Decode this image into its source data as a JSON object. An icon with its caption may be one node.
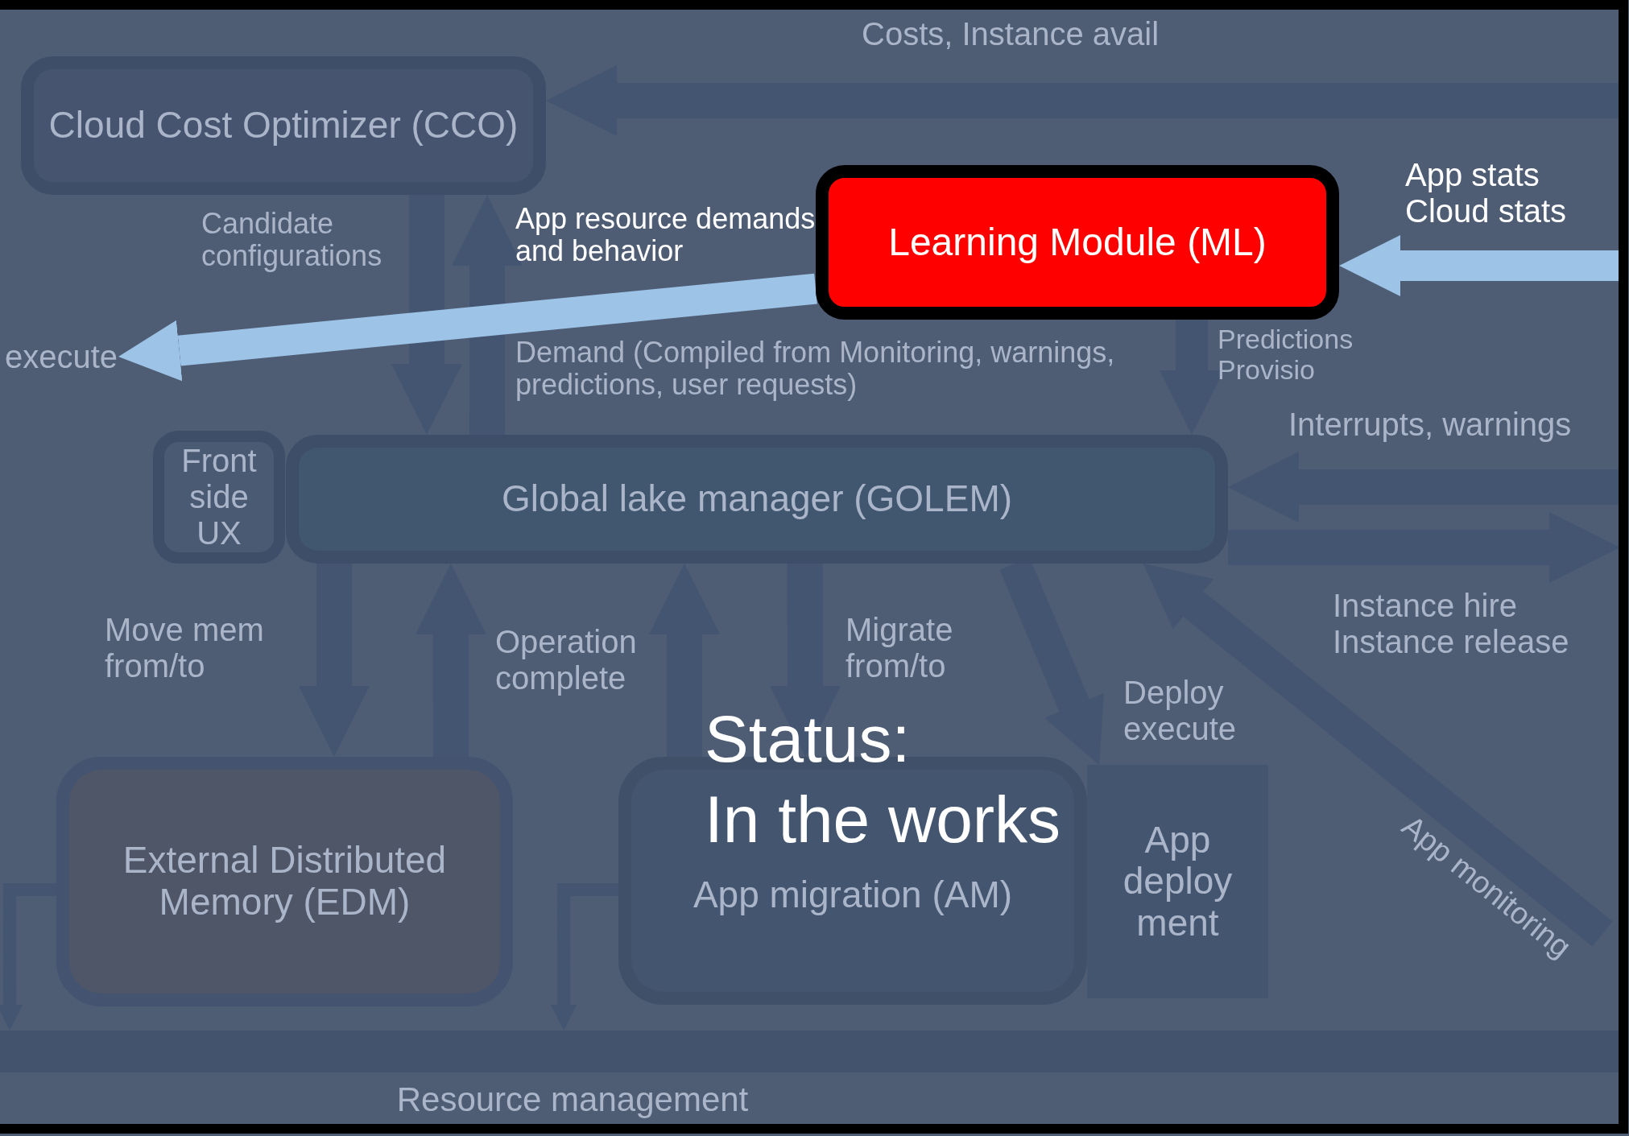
{
  "diagram": {
    "nodes": [
      {
        "text": [
          "Cloud Cost Optimizer (CCO)"
        ]
      },
      {
        "text": [
          "Learning Module (ML)"
        ]
      },
      {
        "text": [
          "Front side UX"
        ]
      },
      {
        "text": [
          "Global lake manager (GOLEM)"
        ]
      },
      {
        "text": [
          "External Distributed Memory (EDM)"
        ]
      },
      {
        "text": [
          "App migration (AM)"
        ]
      },
      {
        "text": [
          "App deploy ment"
        ]
      },
      {
        "text": [
          "Resource management"
        ]
      },
      {
        "text": [
          "execute"
        ]
      }
    ],
    "edges": [
      {
        "from": null,
        "to": 0,
        "arrow": "to",
        "label": "Costs, Instance avail"
      },
      {
        "from": 0,
        "to": 3,
        "arrow": "to",
        "label": "Candidate configurations"
      },
      {
        "from": 3,
        "to": 0,
        "arrow": "to",
        "label": "Demand (Compiled from Monitoring, warnings, predictions, user requests)"
      },
      {
        "from": 1,
        "to": 3,
        "arrow": "to",
        "label": "Predictions Provisio"
      },
      {
        "from": 1,
        "to": 8,
        "arrow": "to",
        "label": "App resource demands and behavior",
        "color": "#9dc3e6"
      },
      {
        "from": null,
        "to": 1,
        "arrow": "to",
        "label": "App stats Cloud stats",
        "color": "#9dc3e6"
      },
      {
        "from": null,
        "to": 3,
        "arrow": "to",
        "label": "Interrupts, warnings"
      },
      {
        "from": 3,
        "to": null,
        "arrow": "to",
        "label": "Instance hire Instance release"
      },
      {
        "from": 3,
        "to": 4,
        "arrow": "to",
        "label": "Move mem from/to"
      },
      {
        "from": 4,
        "to": 3,
        "arrow": "to",
        "label": "Operation complete"
      },
      {
        "from": 5,
        "to": 3,
        "arrow": "to"
      },
      {
        "from": 3,
        "to": 5,
        "arrow": "to",
        "label": "Migrate from/to"
      },
      {
        "from": 3,
        "to": 6,
        "arrow": "to",
        "label": "Deploy execute"
      },
      {
        "from": null,
        "to": 3,
        "arrow": "to",
        "label": "App monitoring"
      },
      {
        "from": 4,
        "to": 7,
        "arrow": "to"
      },
      {
        "from": 5,
        "to": 7,
        "arrow": "to"
      }
    ],
    "labels": [
      "Status:",
      "In the works"
    ]
  }
}
